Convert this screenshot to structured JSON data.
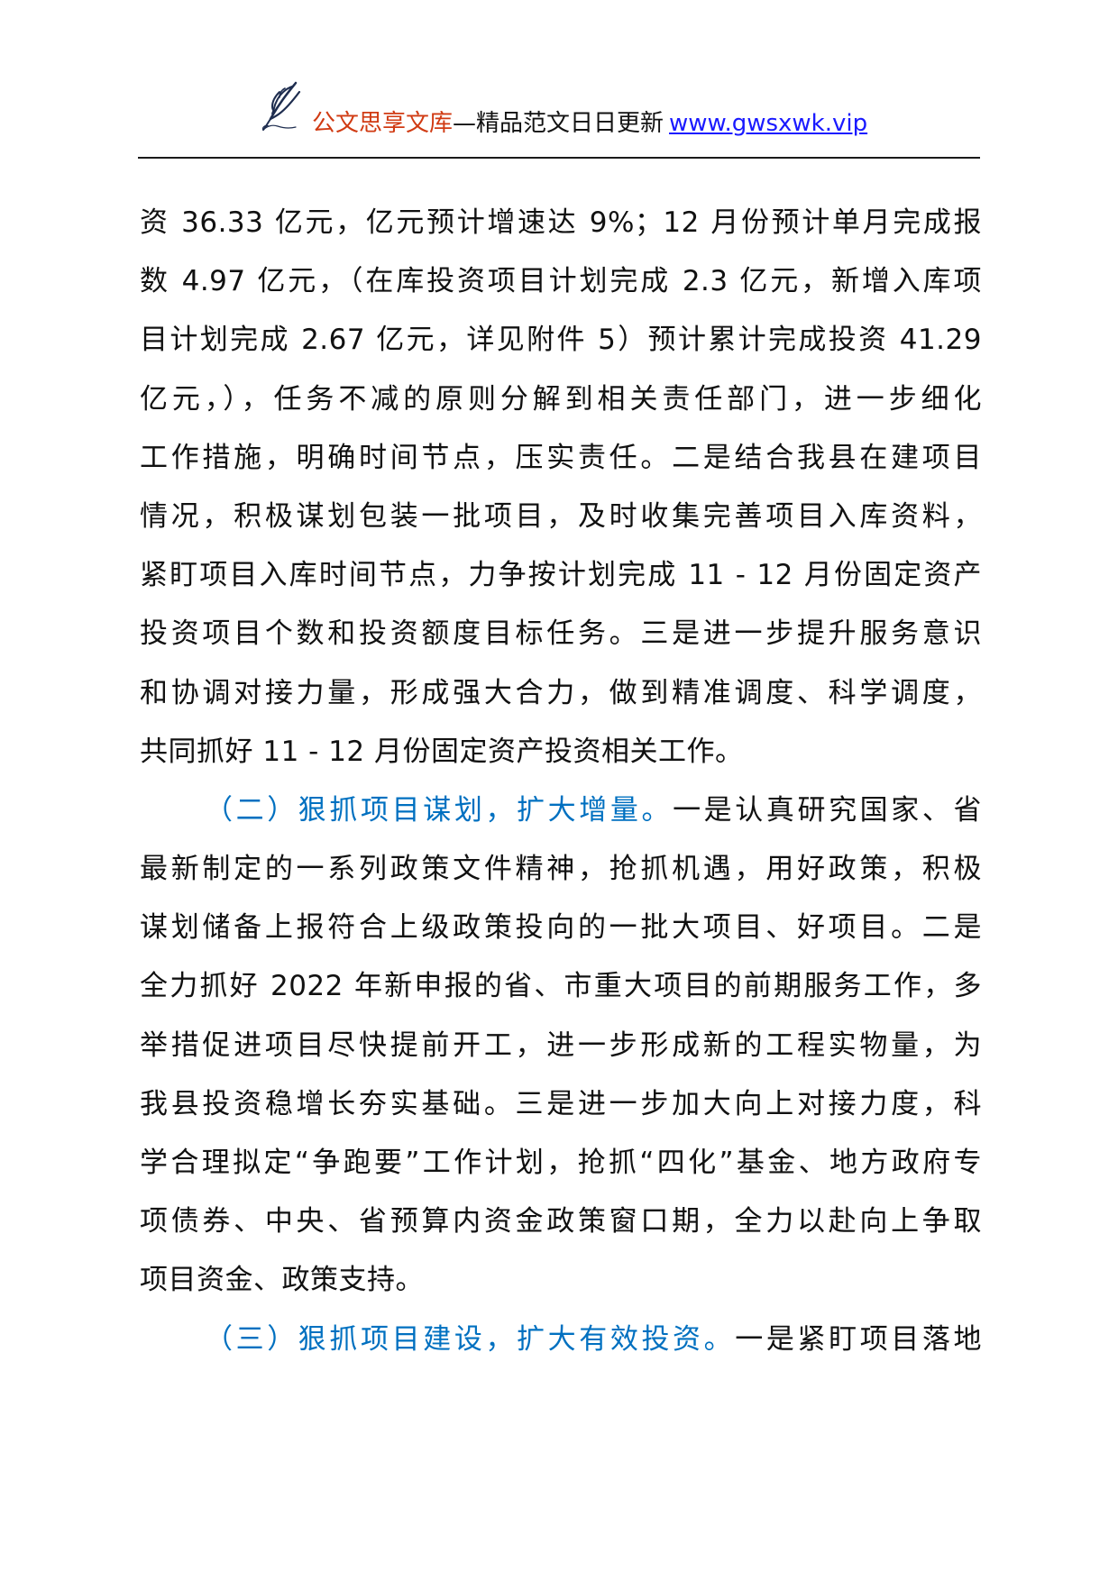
{
  "header": {
    "logo_icon": "quill-feather-icon",
    "brand_name": "公文思享文库",
    "tagline": "—精品范文日日更新",
    "site_link": "www.gwsxwk.vip",
    "colors": {
      "brand": "#d03a12",
      "link": "#1a1aff",
      "logo": "#1e2d4f"
    }
  },
  "document": {
    "heading_color": "#0070c0",
    "paragraphs": [
      {
        "lines": [
          "资 36.33 亿元，亿元预计增速达 9%；12 月份预计单月完成报",
          "数 4.97 亿元，（在库投资项目计划完成 2.3 亿元，新增入库项",
          "目计划完成 2.67 亿元，详见附件 5）预计累计完成投资 41.29",
          "亿元，），任务不减的原则分解到相关责任部门，进一步细化",
          "工作措施，明确时间节点，压实责任。二是结合我县在建项目",
          "情况，积极谋划包装一批项目，及时收集完善项目入库资料，",
          "紧盯项目入库时间节点，力争按计划完成 11 - 12 月份固定资产",
          "投资项目个数和投资额度目标任务。三是进一步提升服务意识",
          "和协调对接力量，形成强大合力，做到精准调度、科学调度，",
          "共同抓好 11 - 12 月份固定资产投资相关工作。"
        ]
      },
      {
        "heading": "（二）狠抓项目谋划，扩大增量。",
        "first_line_rest": "一是认真研究国家、省",
        "lines": [
          "最新制定的一系列政策文件精神，抢抓机遇，用好政策，积极",
          "谋划储备上报符合上级政策投向的一批大项目、好项目。二是",
          "全力抓好 2022 年新申报的省、市重大项目的前期服务工作，多",
          "举措促进项目尽快提前开工，进一步形成新的工程实物量，为",
          "我县投资稳增长夯实基础。三是进一步加大向上对接力度，科",
          "学合理拟定“争跑要”工作计划，抢抓“四化”基金、地方政府专",
          "项债券、中央、省预算内资金政策窗口期，全力以赴向上争取",
          "项目资金、政策支持。"
        ]
      },
      {
        "heading": "（三）狠抓项目建设，扩大有效投资。",
        "first_line_rest": "一是紧盯项目落地",
        "lines": []
      }
    ]
  }
}
